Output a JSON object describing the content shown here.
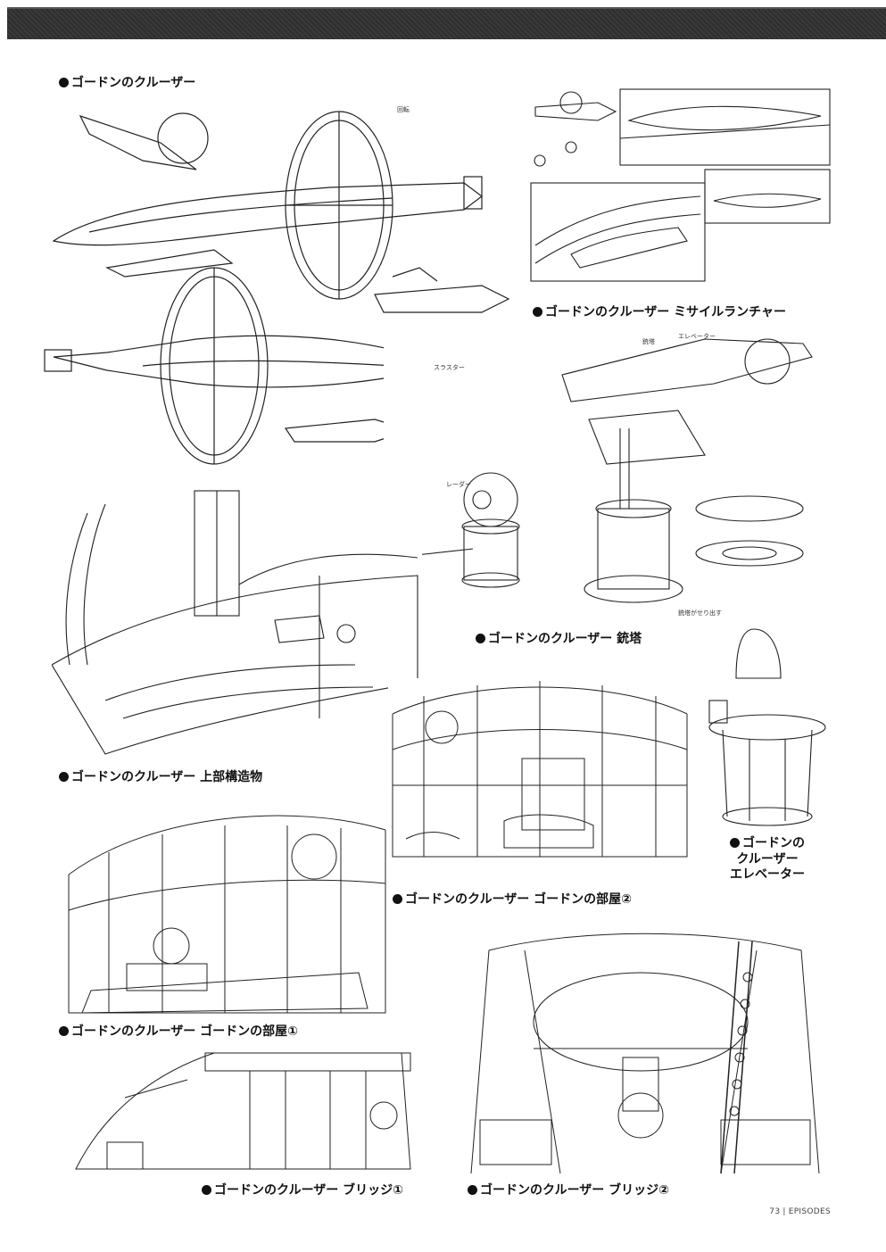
{
  "captions": {
    "cruiser": "ゴードンのクルーザー",
    "missile_launcher": "ゴードンのクルーザー ミサイルランチャー",
    "turret": "ゴードンのクルーザー 銃塔",
    "superstructure": "ゴードンのクルーザー 上部構造物",
    "room2": "ゴードンのクルーザー ゴードンの部屋②",
    "elevator_line1": "ゴードンの",
    "elevator_line2": "クルーザー",
    "elevator_line3": "エレベーター",
    "room1": "ゴードンのクルーザー ゴードンの部屋①",
    "bridge1": "ゴードンのクルーザー ブリッジ①",
    "bridge2": "ゴードンのクルーザー ブリッジ②"
  },
  "footer": {
    "page_number": "73",
    "section": "EPISODES"
  },
  "sketch_notes": {
    "rotate": "回転",
    "thruster": "スラスター",
    "radar": "レーダー",
    "turret_label": "銃塔",
    "elevator_label": "エレベーター",
    "turret_rises": "銃塔がせり出す"
  }
}
